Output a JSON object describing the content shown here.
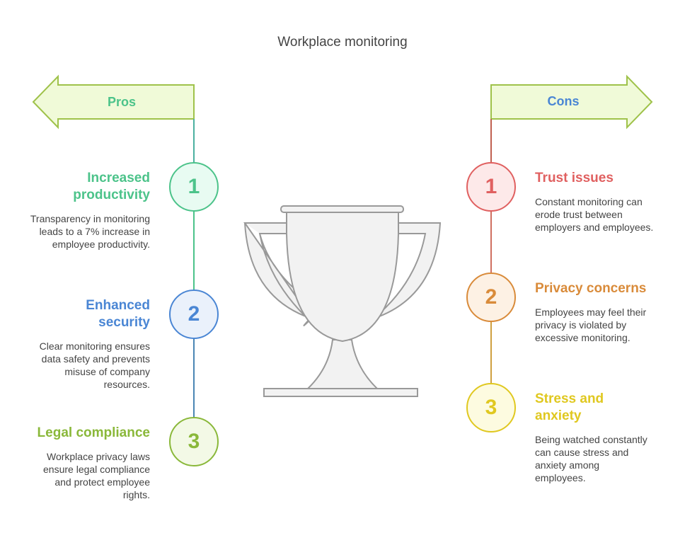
{
  "title": "Workplace monitoring",
  "pros": {
    "label": "Pros",
    "items": [
      {
        "num": "1",
        "heading": "Increased productivity",
        "text": "Transparency in monitoring leads to a 7% increase in employee productivity.",
        "color": "#4cc38a",
        "fill": "#e8fbf2"
      },
      {
        "num": "2",
        "heading": "Enhanced security",
        "text": "Clear monitoring ensures data safety and prevents misuse of company resources.",
        "color": "#4a86d4",
        "fill": "#eaf1fb"
      },
      {
        "num": "3",
        "heading": "Legal compliance",
        "text": "Workplace privacy laws ensure legal compliance and protect employee rights.",
        "color": "#8ab83a",
        "fill": "#f3f9e6"
      }
    ]
  },
  "cons": {
    "label": "Cons",
    "items": [
      {
        "num": "1",
        "heading": "Trust issues",
        "text": "Constant monitoring can erode trust between employers and employees.",
        "color": "#e06060",
        "fill": "#fde9e9"
      },
      {
        "num": "2",
        "heading": "Privacy concerns",
        "text": "Employees may feel their privacy is violated by excessive monitoring.",
        "color": "#d98b3a",
        "fill": "#fdf1e4"
      },
      {
        "num": "3",
        "heading": "Stress and anxiety",
        "text": "Being watched constantly can cause stress and anxiety among employees.",
        "color": "#e0c820",
        "fill": "#fdfbe0"
      }
    ]
  }
}
